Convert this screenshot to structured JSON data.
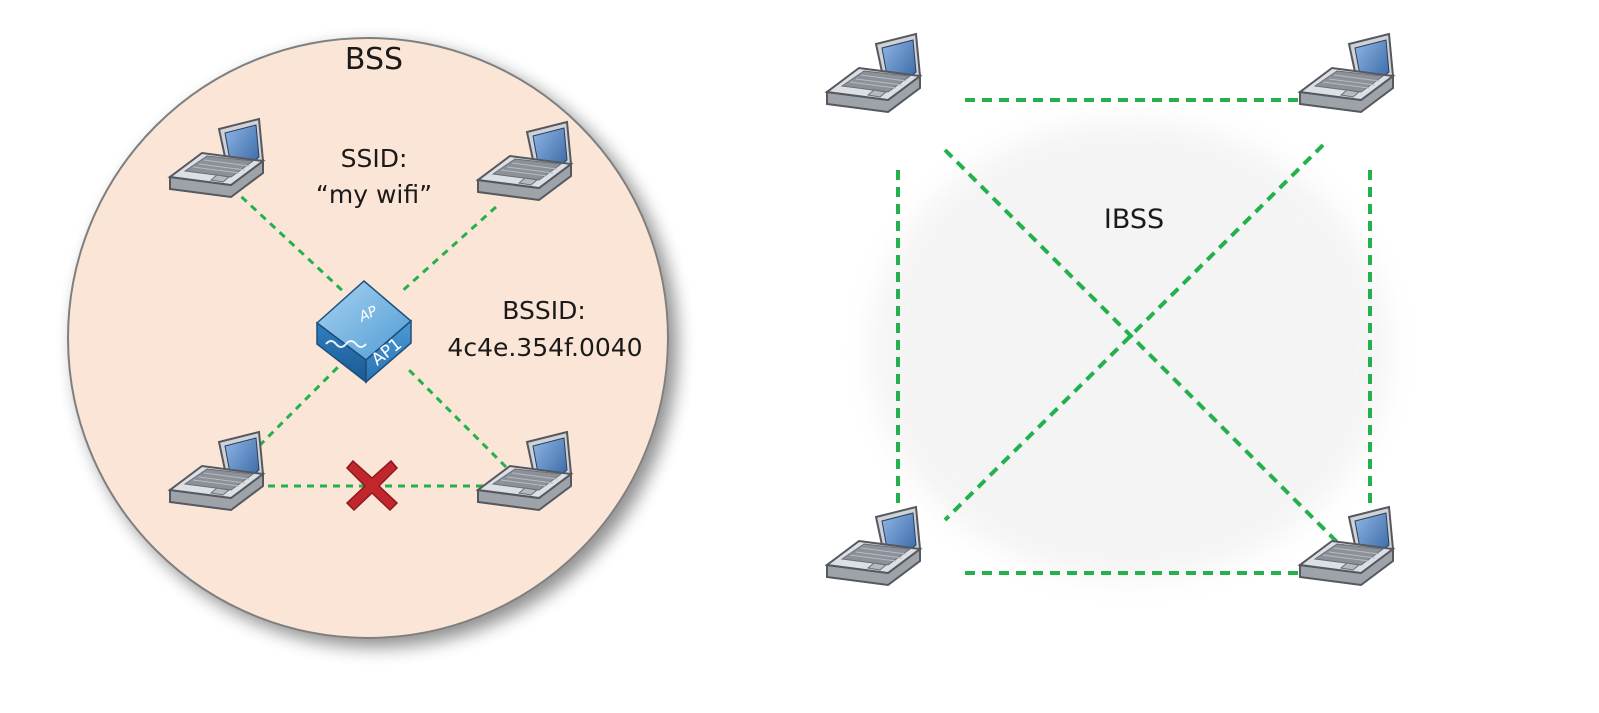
{
  "bss": {
    "title": "BSS",
    "ssid_label": "SSID:",
    "ssid_value": "“my wifi”",
    "bssid_label": "BSSID:",
    "bssid_value": "4c4e.354f.0040",
    "ap_top_text": "AP",
    "ap_side_text": "AP1",
    "circle_color": "#fbe5d6",
    "link_color": "#22b14c",
    "blocked_marker_color": "#c0262c"
  },
  "ibss": {
    "title": "IBSS",
    "link_color": "#22b14c"
  }
}
